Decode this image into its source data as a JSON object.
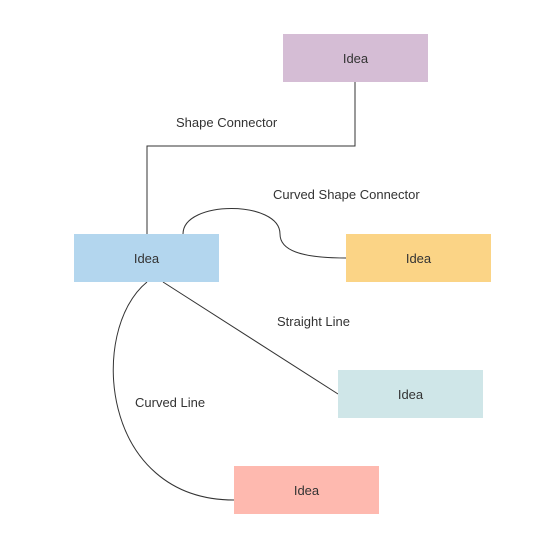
{
  "nodes": {
    "top": {
      "label": "Idea",
      "color": "#D5BDD5"
    },
    "center": {
      "label": "Idea",
      "color": "#B3D6EE"
    },
    "right": {
      "label": "Idea",
      "color": "#FBD486"
    },
    "lowright": {
      "label": "Idea",
      "color": "#CFE6E8"
    },
    "bottom": {
      "label": "Idea",
      "color": "#FEB9AF"
    }
  },
  "connectors": {
    "shape_connector": "Shape Connector",
    "curved_shape_connector": "Curved Shape Connector",
    "straight_line": "Straight Line",
    "curved_line": "Curved Line"
  },
  "line_color": "#333333"
}
